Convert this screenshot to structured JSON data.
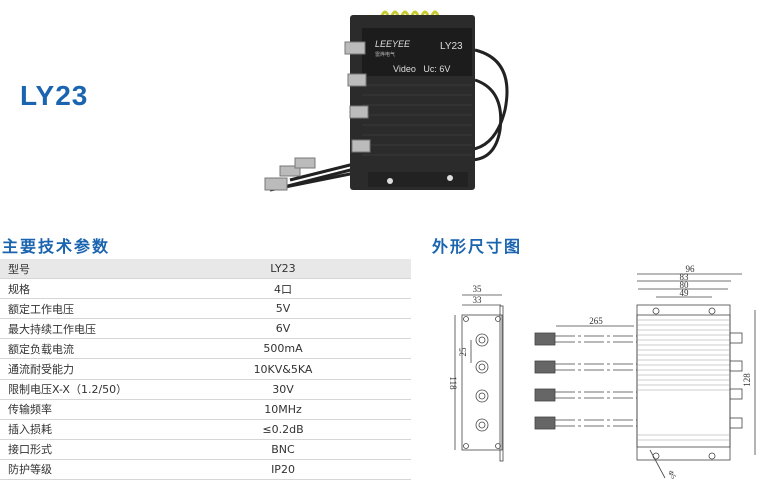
{
  "product": {
    "model": "LY23",
    "photo_labels": {
      "brand": "LEEYEE",
      "brand_cn": "雷烨电气",
      "model": "LY23",
      "marking": "Video   Uc: 6V"
    }
  },
  "specs": {
    "title": "主要技术参数",
    "rows": [
      {
        "label": "型号",
        "value": "LY23"
      },
      {
        "label": "规格",
        "value": "4口"
      },
      {
        "label": "额定工作电压",
        "value": "5V"
      },
      {
        "label": "最大持续工作电压",
        "value": "6V"
      },
      {
        "label": "额定负载电流",
        "value": "500mA"
      },
      {
        "label": "通流耐受能力",
        "value": "10KV&5KA"
      },
      {
        "label": "限制电压X-X（1.2/50）",
        "value": "30V"
      },
      {
        "label": "传输频率",
        "value": "10MHz"
      },
      {
        "label": "插入损耗",
        "value": "≤0.2dB"
      },
      {
        "label": "接口形式",
        "value": "BNC"
      },
      {
        "label": "防护等级",
        "value": "IP20"
      }
    ]
  },
  "dimensions": {
    "title": "外形尺寸图",
    "labels": {
      "d35": "35",
      "d33": "33",
      "d118": "118",
      "d25": "25",
      "d265": "265",
      "d96": "96",
      "d83": "83",
      "d80": "80",
      "d49": "49",
      "d128": "128",
      "hole": "Φ5"
    }
  },
  "colors": {
    "accent": "#1a64b0"
  }
}
